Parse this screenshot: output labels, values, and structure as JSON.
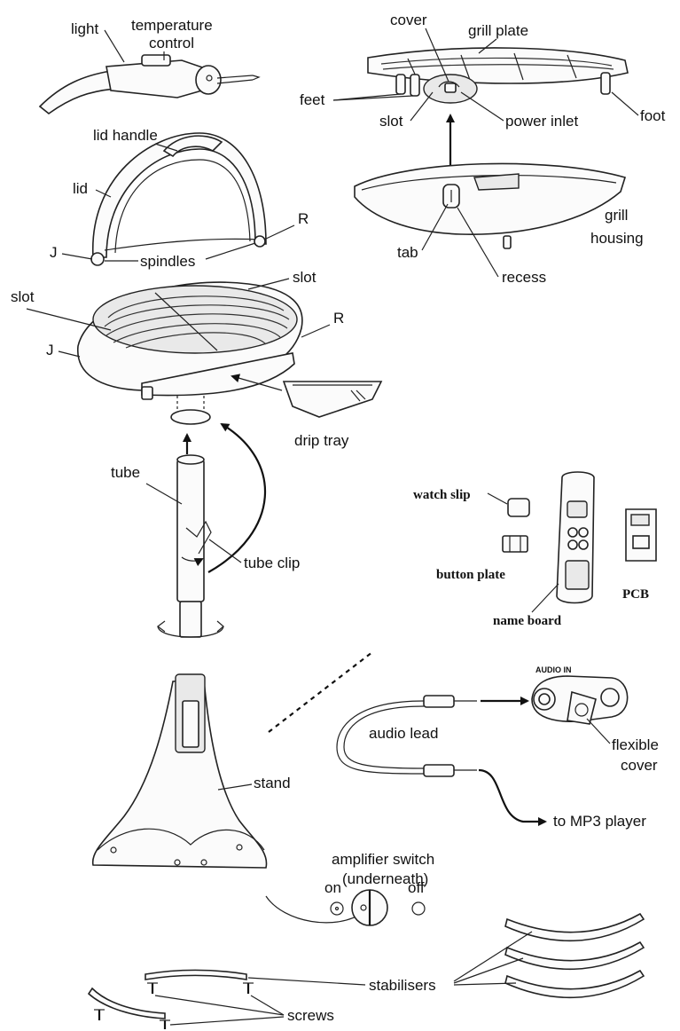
{
  "labels": {
    "light": "light",
    "temperature_control_1": "temperature",
    "temperature_control_2": "control",
    "cover": "cover",
    "grill_plate": "grill plate",
    "feet": "feet",
    "slot_top": "slot",
    "power_inlet": "power inlet",
    "foot": "foot",
    "lid_handle": "lid handle",
    "lid": "lid",
    "r_lid": "R",
    "j_lid": "J",
    "spindles": "spindles",
    "grill_housing_1": "grill",
    "grill_housing_2": "housing",
    "tab": "tab",
    "recess": "recess",
    "slot_left": "slot",
    "slot_right": "slot",
    "r_grill": "R",
    "j_grill": "J",
    "drip_tray": "drip tray",
    "tube": "tube",
    "tube_clip": "tube clip",
    "watch_slip": "watch slip",
    "button_plate": "button plate",
    "name_board": "name board",
    "pcb": "PCB",
    "audio_in": "AUDIO IN",
    "audio_lead": "audio lead",
    "flexible_cover_1": "flexible",
    "flexible_cover_2": "cover",
    "stand": "stand",
    "to_mp3_player": "to MP3 player",
    "amplifier_switch_1": "amplifier switch",
    "amplifier_switch_2": "(underneath)",
    "on": "on",
    "off": "off",
    "stabilisers": "stabilisers",
    "screws": "screws"
  }
}
